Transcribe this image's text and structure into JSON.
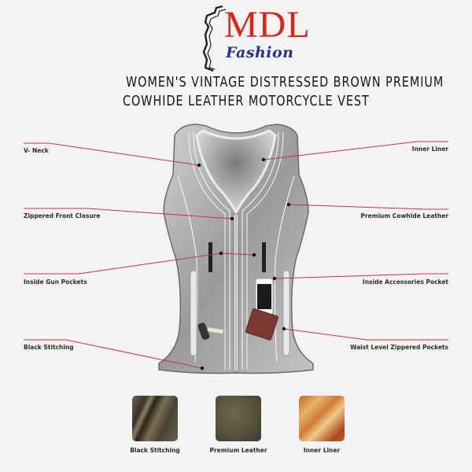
{
  "brand": {
    "name": "MDL",
    "subname": "Fashion",
    "colors": {
      "mdl": "#d9241c",
      "fashion": "#2b2f8c",
      "hide_outline": "#222222"
    }
  },
  "title": {
    "line1": "WOMEN'S VINTAGE DISTRESSED BROWN PREMIUM",
    "line2": "COWHIDE LEATHER MOTORCYCLE VEST"
  },
  "callouts": {
    "left": [
      {
        "label": "V- Neck"
      },
      {
        "label": "Zippered Front Closure"
      },
      {
        "label": "Inside Gun Pockets"
      },
      {
        "label": "Black Stitching"
      }
    ],
    "right": [
      {
        "label": "Inner Liner"
      },
      {
        "label": "Premium Cowhide Leather"
      },
      {
        "label": "Inside Accessories Pocket"
      },
      {
        "label": "Waist Level Zippered Pockets"
      }
    ],
    "line_color": "#c8333a",
    "dot_color": "#111111"
  },
  "product_image": {
    "subject": "grayscale leather vest",
    "accessories": [
      "smartphone",
      "wallet",
      "car-key"
    ]
  },
  "swatches": [
    {
      "label": "Black Stitching",
      "colors": [
        "#4a4234",
        "#7a6d55",
        "#2a241c"
      ]
    },
    {
      "label": "Premium Leather",
      "colors": [
        "#5a543f",
        "#6e6650",
        "#3e3a2c"
      ]
    },
    {
      "label": "Inner Liner",
      "colors": [
        "#c9672a",
        "#e4b46a",
        "#a84a1e"
      ]
    }
  ]
}
